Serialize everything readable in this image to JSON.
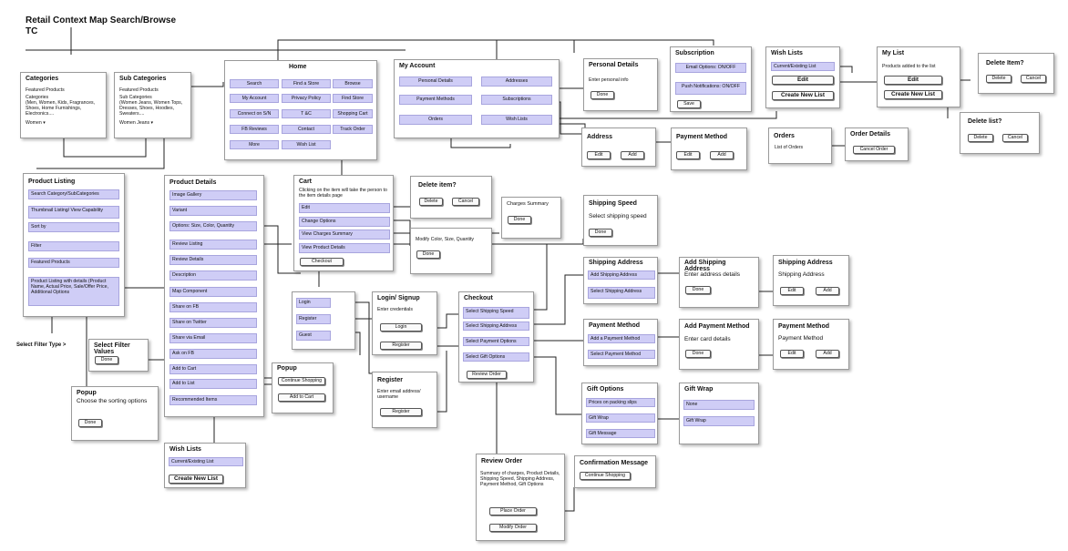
{
  "title": "Retail Context Map Search/Browse",
  "subtitle": "TC",
  "panels": {
    "categories": {
      "title": "Categories",
      "text1": "Featured Products",
      "text2": "Categories",
      "text3": "(Men, Women, Kids, Fragrances, Shoes, Home Furnishings, Electronics....",
      "text4": "Women ▾"
    },
    "subcategories": {
      "title": "Sub Categories",
      "text1": "Featured Products",
      "text2": "Sub Categories",
      "text3": "(Women Jeans, Women Tops, Dresses, Shoes, Hoodies, Sweaters....",
      "text4": "Women Jeans ▾"
    },
    "home": {
      "title": "Home",
      "items": [
        "Search",
        "Find a Store",
        "Browse",
        "My Account",
        "Privacy Policy",
        "Find Store",
        "Connect on S/N",
        "T &C",
        "Shopping Cart",
        "FB Reviews",
        "Contact",
        "Track Order",
        "More",
        "Wish List"
      ]
    },
    "myaccount": {
      "title": "My Account",
      "items": [
        "Personal Details",
        "Addresses",
        "Payment Methods",
        "Subscriptions",
        "Orders",
        "Wish Lists"
      ]
    },
    "personal": {
      "title": "Personal Details",
      "text1": "Enter personal info",
      "button": "Done"
    },
    "subscription": {
      "title": "Subscription",
      "item1": "Email Options: ON/OFF",
      "item2": "Push Notifications: ON/OFF",
      "button": "Save"
    },
    "wishlists_top": {
      "title": "Wish Lists",
      "item1": "Current/Existing List",
      "button1": "Edit",
      "button2": "Create New List"
    },
    "mylist": {
      "title": "My List",
      "text1": "Products added to the list",
      "button1": "Edit",
      "button2": "Create New List"
    },
    "deleteitem_top": {
      "title": "Delete Item?",
      "button1": "Delete",
      "button2": "Cancel"
    },
    "deletelist": {
      "title": "Delete list?",
      "button1": "Delete",
      "button2": "Cancel"
    },
    "address": {
      "title": "Address",
      "button1": "Edit",
      "button2": "Add"
    },
    "paymentmethod_top": {
      "title": "Payment Method",
      "button1": "Edit",
      "button2": "Add"
    },
    "orders": {
      "title": "Orders",
      "text1": "List of Orders"
    },
    "orderdetails": {
      "title": "Order Details",
      "button": "Cancel Order"
    },
    "productlisting": {
      "title": "Product Listing",
      "items": [
        "Search Category/SubCategories",
        "Thumbnail Listing/ View Capability",
        "Sort by",
        "Filter",
        "Featured Products",
        "Product Listing with details (Product Name, Actual Price, Sale/Offer Price, Additional Options"
      ]
    },
    "productdetails": {
      "title": "Product Details",
      "items": [
        "Image Gallery",
        "Variant",
        "Options: Size, Color, Quantity",
        "Review Listing",
        "Review Details",
        "Description",
        "Map Component",
        "Share on FB",
        "Share on Twitter",
        "Share via Email",
        "Ask on FB",
        "Add to Cart",
        "Add to List",
        "Recommended Items"
      ]
    },
    "cart": {
      "title": "Cart",
      "text1": "Clicking on the item will take the person to the item details page",
      "items": [
        "Edit",
        "Change Options",
        "View Charges Summary",
        "View Product Details"
      ],
      "button": "Checkout"
    },
    "deleteitem_mid": {
      "title": "Delete item?",
      "button1": "Delete",
      "button2": "Cancel"
    },
    "chargessummary": {
      "title": "Charges Summary",
      "button": "Done"
    },
    "modify": {
      "text1": "Modify Color, Size, Quantity",
      "button": "Done"
    },
    "shippingspeed": {
      "title": "Shipping Speed",
      "text1": "Select shipping speed",
      "button": "Done"
    },
    "loginpanel": {
      "items": [
        "Login",
        "Register",
        "Guest"
      ]
    },
    "loginsignup": {
      "title": "Login/ Signup",
      "text1": "Enter credentials",
      "button1": "Login",
      "button2": "Register"
    },
    "register": {
      "title": "Register",
      "text1": "Enter email address/ username",
      "button": "Register"
    },
    "checkout": {
      "title": "Checkout",
      "items": [
        "Select Shipping Speed",
        "Select Shipping Address",
        "Select Payment Options",
        "Select Gift Options"
      ],
      "button": "Review Order"
    },
    "shippingaddress": {
      "title": "Shipping Address",
      "item1": "Add Shipping Address",
      "item2": "Select Shipping Address"
    },
    "addshipping": {
      "title": "Add Shipping Address",
      "text1": "Enter address details",
      "button": "Done"
    },
    "shippingaddress2": {
      "title": "Shipping Address",
      "text1": "Shipping Address",
      "button1": "Edit",
      "button2": "Add"
    },
    "paymentmethod_mid": {
      "title": "Payment Method",
      "item1": "Add a Payment Method",
      "item2": "Select Payment Method"
    },
    "addpayment": {
      "title": "Add Payment Method",
      "text1": "Enter card details",
      "button": "Done"
    },
    "paymentmethod2": {
      "title": "Payment Method",
      "text1": "Payment Method",
      "button1": "Edit",
      "button2": "Add"
    },
    "giftoptions": {
      "title": "Gift Options",
      "items": [
        "Prices on packing slips",
        "Gift Wrap",
        "Gift Message"
      ]
    },
    "giftwrap": {
      "title": "Gift Wrap",
      "item1": "None",
      "item2": "Gift Wrap"
    },
    "popup_cart": {
      "title": "Popup",
      "button1": "Continue Shopping",
      "button2": "Add to Cart"
    },
    "popup_sort": {
      "title": "Popup",
      "text1": "Choose the sorting options",
      "button": "Done"
    },
    "selectfilter": {
      "title": "Select Filter Values",
      "button": "Done"
    },
    "wishlists_bottom": {
      "title": "Wish Lists",
      "item1": "Current/Existing List",
      "button": "Create New List"
    },
    "revieworder": {
      "title": "Review Order",
      "text1": "Summary of charges, Product Details, Shipping Speed, Shipping Address, Payment Method, Gift Options",
      "button1": "Place Order",
      "button2": "Modify Order"
    },
    "confirmation": {
      "title": "Confirmation Message",
      "button": "Continue Shopping"
    }
  },
  "free_labels": {
    "select_filter_type": "Select Filter Type >"
  }
}
